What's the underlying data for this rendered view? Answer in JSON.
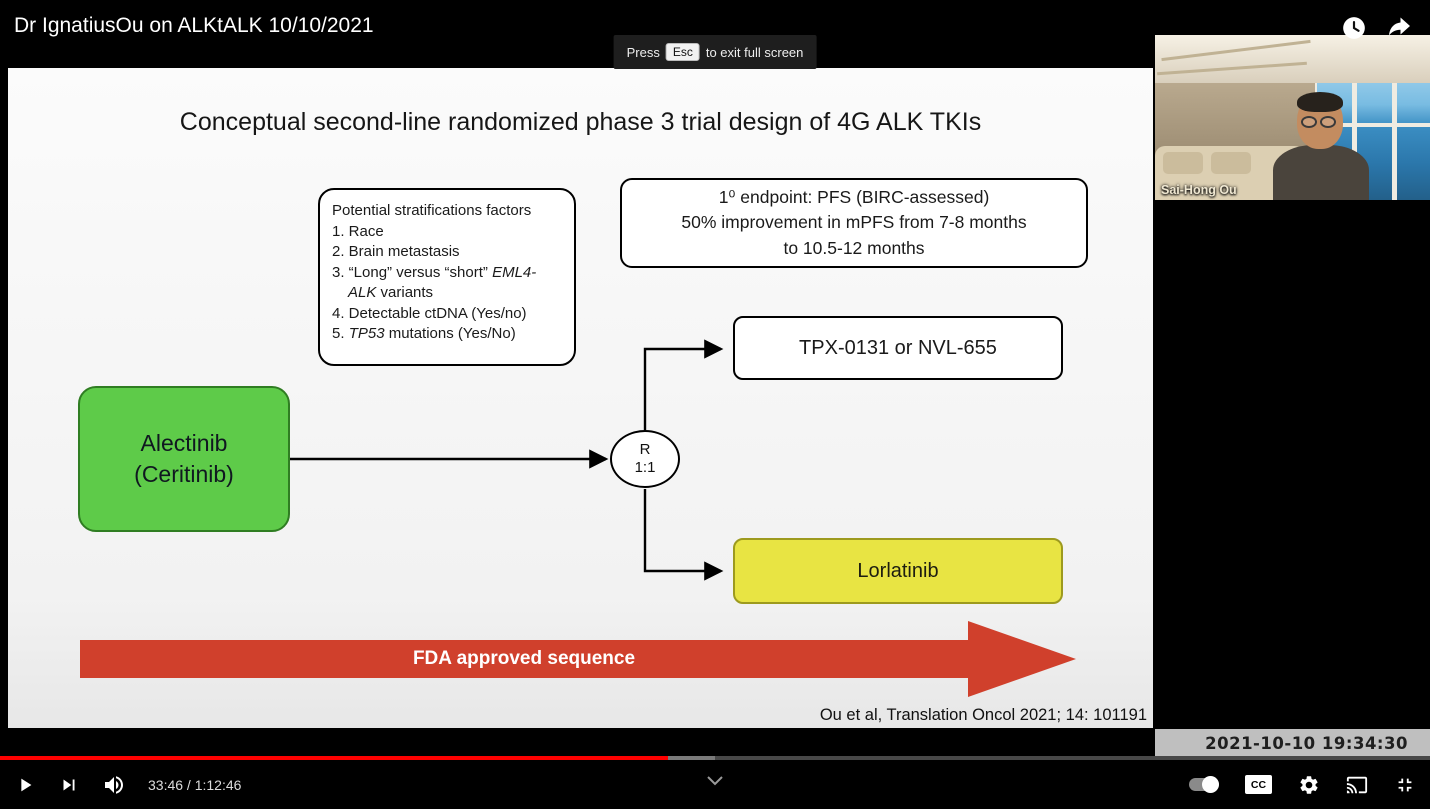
{
  "player": {
    "title": "Dr IgnatiusOu on ALKtALK 10/10/2021",
    "toast": {
      "prefix": "Press",
      "key": "Esc",
      "suffix": "to exit full screen"
    },
    "time_display": "33:46 / 1:12:46",
    "progress_percent": 46.7,
    "timestamp_overlay": "2021-10-10 19:34:30",
    "cc_label": "CC"
  },
  "webcam": {
    "name_label": "Sai-Hong Ou"
  },
  "slide": {
    "title": "Conceptual second-line randomized phase 3 trial design of 4G ALK TKIs",
    "stratification": {
      "heading": "Potential stratifications factors",
      "items": [
        {
          "pre": "1. Race",
          "italic": "",
          "post": ""
        },
        {
          "pre": "2. Brain metastasis",
          "italic": "",
          "post": ""
        },
        {
          "pre": "3. “Long” versus “short” ",
          "italic": "EML4-ALK",
          "post": " variants"
        },
        {
          "pre": "4. Detectable ctDNA (Yes/no)",
          "italic": "",
          "post": ""
        },
        {
          "pre": "5. ",
          "italic": "TP53",
          "post": " mutations (Yes/No)"
        }
      ]
    },
    "endpoint": {
      "line1": "1⁰ endpoint: PFS (BIRC-assessed)",
      "line2": "50% improvement in mPFS from 7-8 months",
      "line3": "to 10.5-12 months"
    },
    "source_box": {
      "line1": "Alectinib",
      "line2": "(Ceritinib)"
    },
    "randomization": {
      "letter": "R",
      "ratio": "1:1"
    },
    "arm_top": "TPX-0131 or NVL-655",
    "arm_bottom": "Lorlatinib",
    "fda_arrow_label": "FDA approved sequence",
    "citation": "Ou et al, Translation Oncol 2021; 14: 101191"
  },
  "icons": {
    "watch_later": "clock-icon",
    "share": "share-arrow-icon",
    "play": "play-icon",
    "next": "next-icon",
    "volume": "volume-icon",
    "autoplay": "autoplay-toggle",
    "captions": "cc-icon",
    "settings": "gear-icon",
    "cast": "cast-icon",
    "fullscreen_exit": "fullscreen-exit-icon"
  },
  "colors": {
    "progress_red": "#ff0000",
    "source_box_green": "#5ecb49",
    "arm_bottom_yellow": "#e8e443",
    "fda_arrow_red": "#d0402c"
  }
}
